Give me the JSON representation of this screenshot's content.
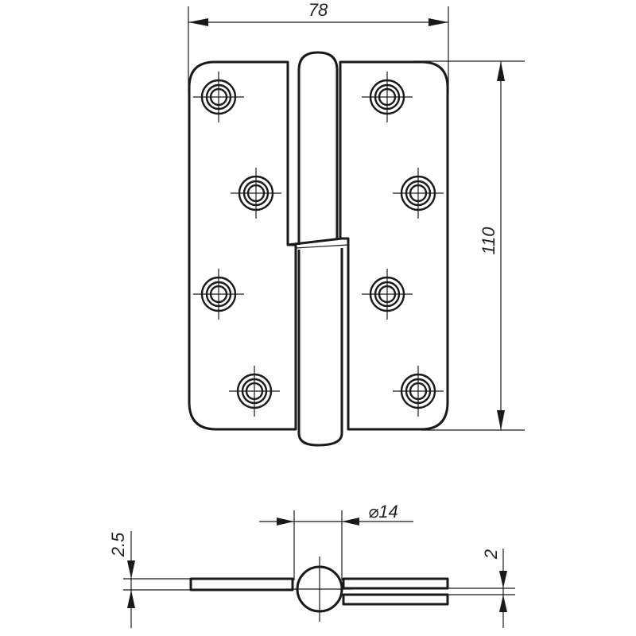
{
  "drawing": {
    "dimensions": {
      "width": "78",
      "height": "110",
      "pin_diameter": "⌀14",
      "plate_thickness": "2.5",
      "gap": "2"
    },
    "colors": {
      "line": "#1a1a1a",
      "background": "#ffffff"
    }
  }
}
